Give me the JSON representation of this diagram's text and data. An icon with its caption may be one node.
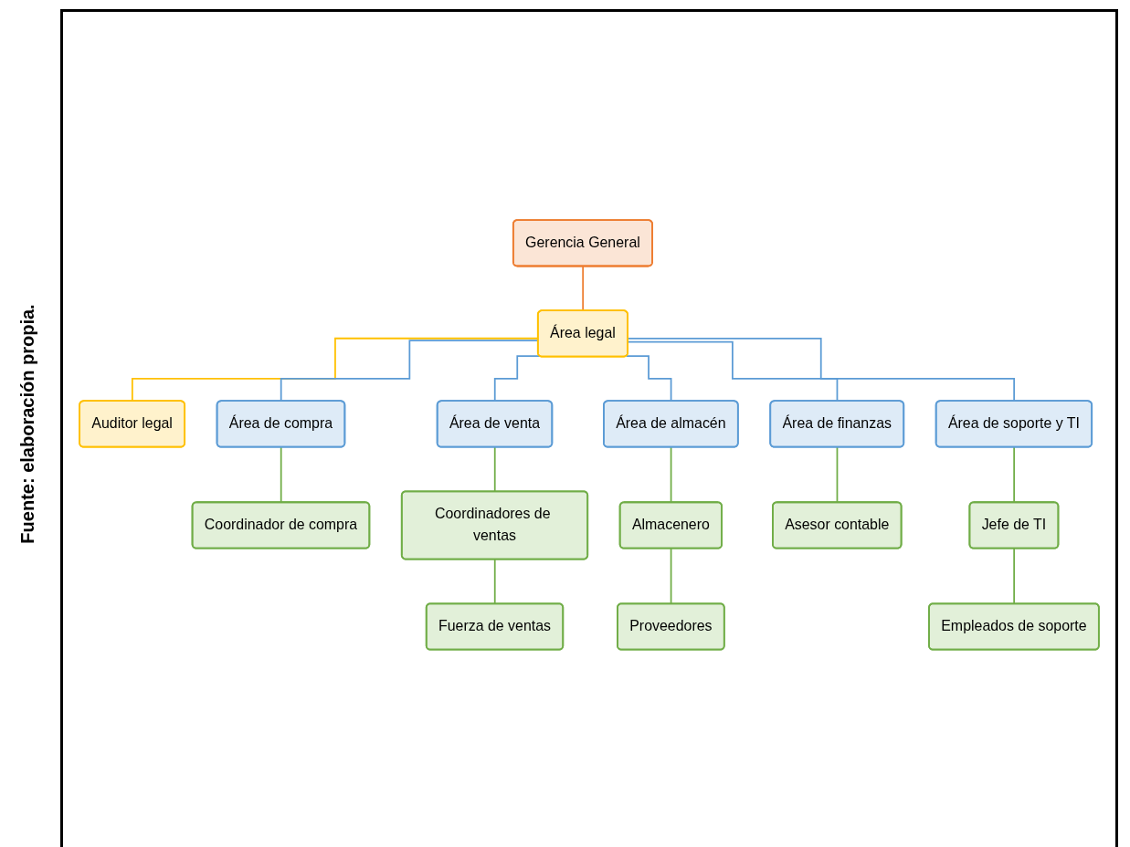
{
  "diagram": {
    "nodes": [
      {
        "text": [
          "Gerencia General"
        ]
      },
      {
        "text": [
          "Área legal"
        ]
      },
      {
        "text": [
          "Auditor legal"
        ]
      },
      {
        "text": [
          "Área de compra"
        ]
      },
      {
        "text": [
          "Área de venta"
        ]
      },
      {
        "text": [
          "Área de almacén"
        ]
      },
      {
        "text": [
          "Área de finanzas"
        ]
      },
      {
        "text": [
          "Área de soporte y TI"
        ]
      },
      {
        "text": [
          "Coordinador de compra"
        ]
      },
      {
        "text": [
          "Coordinadores de ventas"
        ]
      },
      {
        "text": [
          "Fuerza de ventas"
        ]
      },
      {
        "text": [
          "Almacenero"
        ]
      },
      {
        "text": [
          "Proveedores"
        ]
      },
      {
        "text": [
          "Asesor contable"
        ]
      },
      {
        "text": [
          "Jefe de TI"
        ]
      },
      {
        "text": [
          "Empleados de soporte"
        ]
      }
    ],
    "edges": [
      {
        "from": 0,
        "to": 1,
        "arrow": "none",
        "color": "#ed7d31"
      },
      {
        "from": 1,
        "to": 2,
        "arrow": "none",
        "color": "#ffc000"
      },
      {
        "from": 1,
        "to": 3,
        "arrow": "none",
        "color": "#5b9bd5"
      },
      {
        "from": 1,
        "to": 4,
        "arrow": "none",
        "color": "#5b9bd5"
      },
      {
        "from": 1,
        "to": 5,
        "arrow": "none",
        "color": "#5b9bd5"
      },
      {
        "from": 1,
        "to": 6,
        "arrow": "none",
        "color": "#5b9bd5"
      },
      {
        "from": 1,
        "to": 7,
        "arrow": "none",
        "color": "#5b9bd5"
      },
      {
        "from": 3,
        "to": 8,
        "arrow": "none"
      },
      {
        "from": 4,
        "to": 9,
        "arrow": "none"
      },
      {
        "from": 9,
        "to": 10,
        "arrow": "none"
      },
      {
        "from": 5,
        "to": 11,
        "arrow": "none"
      },
      {
        "from": 11,
        "to": 12,
        "arrow": "none"
      },
      {
        "from": 6,
        "to": 13,
        "arrow": "none"
      },
      {
        "from": 7,
        "to": 14,
        "arrow": "none"
      },
      {
        "from": 14,
        "to": 15,
        "arrow": "none"
      }
    ],
    "labels": [
      "Fuente: elaboración propia."
    ]
  }
}
